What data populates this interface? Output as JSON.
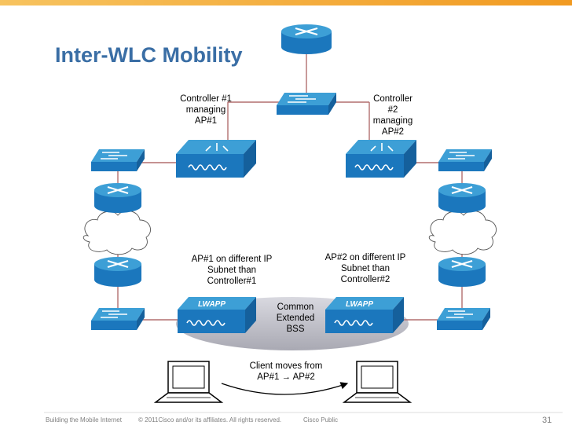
{
  "slide": {
    "title": "Inter-WLC Mobility",
    "page_number": "31"
  },
  "labels": {
    "controller1": "Controller #1\nmanaging\nAP#1",
    "controller2": "Controller\n#2\nmanaging\nAP#2",
    "ap1_note": "AP#1 on different IP\nSubnet than\nController#1",
    "ap2_note": "AP#2 on different IP\nSubnet than\nController#2",
    "bss": "Common\nExtended\nBSS",
    "client_move": "Client moves from\nAP#1 → AP#2",
    "lwapp1": "LWAPP",
    "lwapp2": "LWAPP"
  },
  "footer": {
    "left": "Building the Mobile Internet",
    "center": "© 2011Cisco and/or its affiliates. All rights reserved.",
    "right": "Cisco Public"
  },
  "colors": {
    "title": "#3a6ea5",
    "device_top": "#3d9fd6",
    "device_front": "#1b77bd",
    "link": "#b26f6f",
    "bss_ellipse": "#b9b9c2",
    "top_bar": "#f5b540"
  }
}
